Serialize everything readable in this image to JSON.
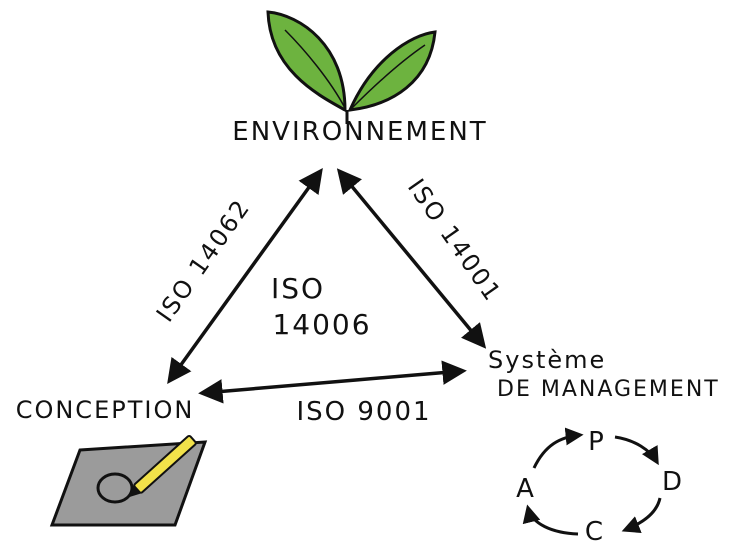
{
  "nodes": {
    "environment": "ENVIRONNEMENT",
    "conception": "CONCEPTION",
    "management_line1": "Système",
    "management_line2": "DE MANAGEMENT"
  },
  "edges": {
    "left": "ISO 14062",
    "right": "ISO 14001",
    "bottom": "ISO 9001"
  },
  "center": {
    "line1": "ISO",
    "line2": "14006"
  },
  "pdca": [
    "P",
    "D",
    "C",
    "A"
  ],
  "colors": {
    "leaf": "#6db33f",
    "ink": "#111111",
    "pad": "#9b9b9b",
    "pencil": "#f2e24a"
  }
}
